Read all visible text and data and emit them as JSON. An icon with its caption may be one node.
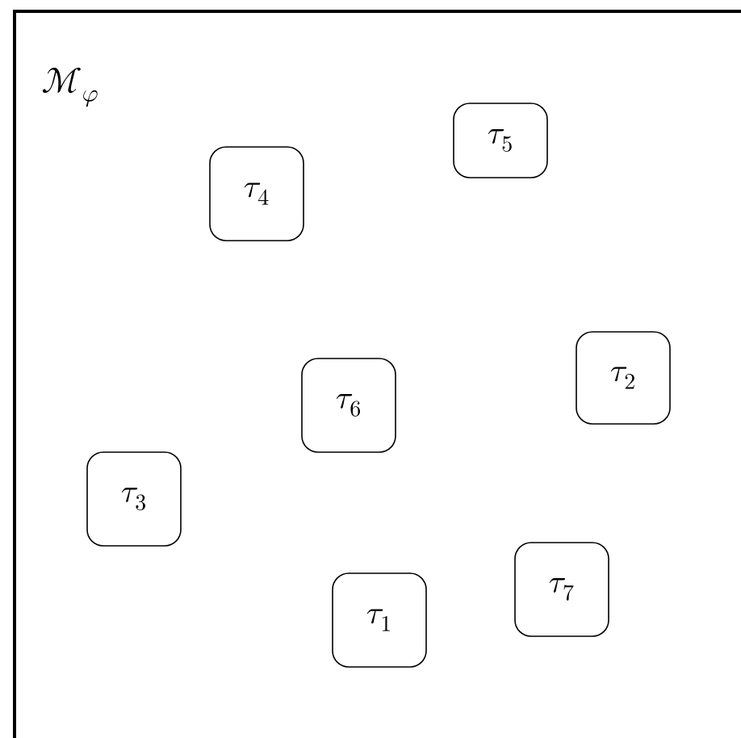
{
  "diagram": {
    "nodes": [
      {
        "text": [
          "\\mathscr{M}_{\\varphi}"
        ]
      },
      {
        "text": [
          "\\tau_{4}"
        ],
        "in": 0
      },
      {
        "text": [
          "\\tau_{5}"
        ],
        "in": 0
      },
      {
        "text": [
          "\\tau_{2}"
        ],
        "in": 0
      },
      {
        "text": [
          "\\tau_{6}"
        ],
        "in": 0
      },
      {
        "text": [
          "\\tau_{3}"
        ],
        "in": 0
      },
      {
        "text": [
          "\\tau_{7}"
        ],
        "in": 0
      },
      {
        "text": [
          "\\tau_{1}"
        ],
        "in": 0
      }
    ]
  }
}
